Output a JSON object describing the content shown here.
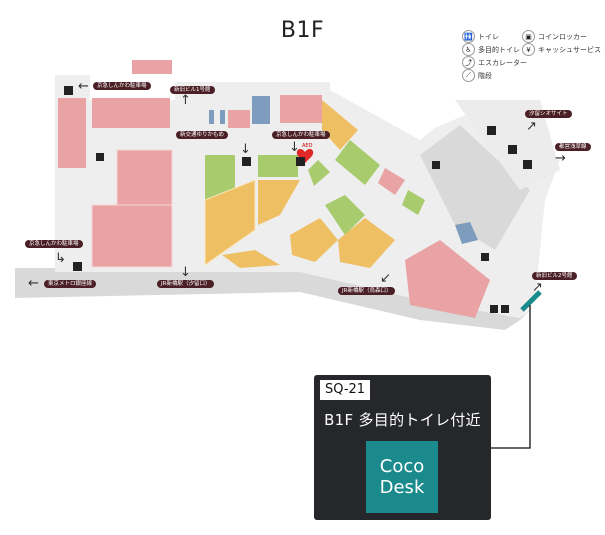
{
  "floor": {
    "title": "B1F"
  },
  "legend": {
    "items": [
      {
        "icon": "toilet-icon",
        "glyph": "🚻",
        "label": "トイレ"
      },
      {
        "icon": "accessible-toilet-icon",
        "glyph": "♿",
        "label": "多目的トイレ"
      },
      {
        "icon": "escalator-icon",
        "glyph": "⤴",
        "label": "エスカレーター"
      },
      {
        "icon": "stairs-icon",
        "glyph": "⟋",
        "label": "階段"
      },
      {
        "icon": "coin-locker-icon",
        "glyph": "▣",
        "label": "コインロッカー"
      },
      {
        "icon": "cashing-service-icon",
        "glyph": "¥",
        "label": "キャッシュサービス"
      }
    ]
  },
  "map": {
    "colors": {
      "retail_pink": "#e9a3a4",
      "food_orange": "#efbf63",
      "service_green": "#a8cc6d",
      "facility_blue": "#7e9cbd",
      "corridor": "#eeeeee",
      "outer_corridor": "#d9d9d9",
      "label_bg": "#4a1f25"
    },
    "exits": [
      {
        "label": "京急しんかわ駐車場",
        "arrow": "←"
      },
      {
        "label": "新旧ビル1号館",
        "arrow": "↑"
      },
      {
        "label": "新交通ゆりかもめ",
        "arrow": "↓"
      },
      {
        "label": "京急しんかわ駐車場",
        "arrow": "↓"
      },
      {
        "label": "汐留シオサイト",
        "arrow": "↗"
      },
      {
        "label": "都営浅草線",
        "arrow": "→"
      },
      {
        "label": "京急しんかわ駐車場",
        "arrow": "↳"
      },
      {
        "label": "東京メトロ銀座線",
        "arrow": "←"
      },
      {
        "label": "JR新橋駅（汐留口）",
        "arrow": "↓"
      },
      {
        "label": "JR新橋駅（烏森口）",
        "arrow": "↙"
      },
      {
        "label": "新旧ビル2号館",
        "arrow": "↗"
      }
    ],
    "aed_label": "AED"
  },
  "callout": {
    "code": "SQ-21",
    "location": "B1F 多目的トイレ付近",
    "brand_line1": "Coco",
    "brand_line2": "Desk",
    "brand_color": "#1b8a8c"
  }
}
